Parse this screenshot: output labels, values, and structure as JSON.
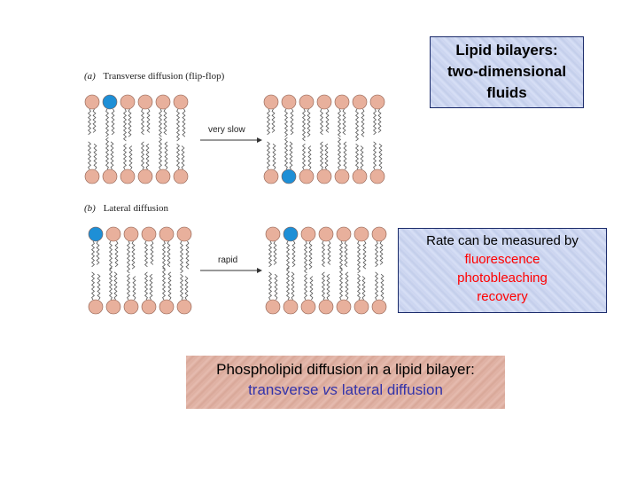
{
  "figure": {
    "panel_a": {
      "letter": "(a)",
      "title": "Transverse diffusion (flip-flop)",
      "arrow_label": "very slow"
    },
    "panel_b": {
      "letter": "(b)",
      "title": "Lateral diffusion",
      "arrow_label": "rapid"
    }
  },
  "title_box": {
    "line1": "Lipid bilayers:",
    "line2": "two-dimensional",
    "line3": "fluids"
  },
  "rate_box": {
    "line1": "Rate can be measured by",
    "line2": "fluorescence",
    "line3": "photobleaching",
    "line4": "recovery"
  },
  "caption_box": {
    "line1": "Phospholipid diffusion in a lipid bilayer:",
    "line2_pre": "transverse ",
    "line2_vs": "vs",
    "line2_post": " lateral diffusion"
  },
  "colors": {
    "lipid_head": "#e8b09c",
    "labeled_head": "#1e8fd6",
    "highlight_red": "#ff0000",
    "caption_blue": "#3333aa"
  }
}
